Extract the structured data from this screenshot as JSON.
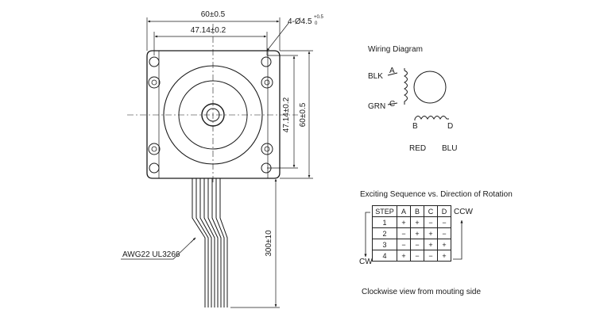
{
  "dimensions": {
    "flange_width": "60±0.5",
    "hole_spacing": "47.14±0.2",
    "hole_callout": "4-Ø4.5",
    "hole_tol_plus": "+0.5",
    "hole_tol_minus": "0",
    "side_hole_spacing": "47.14±0.2",
    "side_flange_height": "60±0.5",
    "lead_length": "300±10"
  },
  "cable_label": "AWG22 UL3266",
  "wiring": {
    "title": "Wiring Diagram",
    "wire_blk": "BLK",
    "wire_grn": "GRN",
    "wire_red": "RED",
    "wire_blu": "BLU",
    "terminal_a": "A",
    "terminal_b": "B",
    "terminal_c": "C",
    "terminal_d": "D"
  },
  "sequence": {
    "title": "Exciting Sequence vs. Direction of Rotation",
    "headers": [
      "STEP",
      "A",
      "B",
      "C",
      "D"
    ],
    "rows": [
      [
        "1",
        "+",
        "+",
        "−",
        "−"
      ],
      [
        "2",
        "−",
        "+",
        "+",
        "−"
      ],
      [
        "3",
        "−",
        "−",
        "+",
        "+"
      ],
      [
        "4",
        "+",
        "−",
        "−",
        "+"
      ]
    ],
    "ccw_label": "CCW",
    "cw_label": "CW"
  },
  "footer_note": "Clockwise view from mouting side"
}
